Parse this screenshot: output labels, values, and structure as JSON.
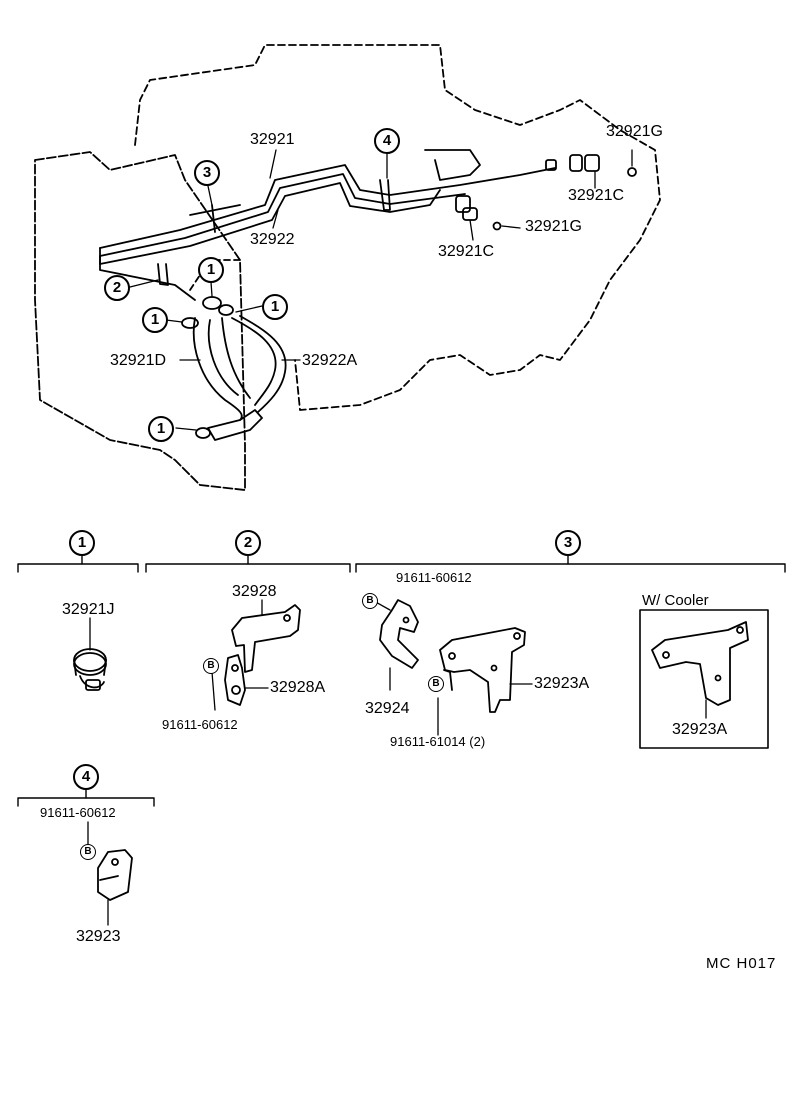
{
  "diagram": {
    "drawing_code": "MC  H017",
    "callouts": [
      "1",
      "2",
      "3",
      "4"
    ],
    "bolt_symbol": "B",
    "main_view": {
      "labels": {
        "p32921": "32921",
        "p32922": "32922",
        "p32921G_top": "32921G",
        "p32921C_right": "32921C",
        "p32921G_mid": "32921G",
        "p32921C_mid": "32921C",
        "p32921D": "32921D",
        "p32922A": "32922A"
      }
    },
    "groups": {
      "g1": {
        "callout": "1",
        "part": "32921J"
      },
      "g2": {
        "callout": "2",
        "parts": {
          "bracket": "32928",
          "clamp": "32928A",
          "bolt": "91611-60612"
        }
      },
      "g3": {
        "callout": "3",
        "parts": {
          "bolt_top": "91611-60612",
          "bracket_small": "32924",
          "bracket_large": "32923A",
          "bolt_bottom": "91611-61014 (2)"
        },
        "cooler_box": {
          "title": "W/ Cooler",
          "part": "32923A"
        }
      },
      "g4": {
        "callout": "4",
        "parts": {
          "bolt": "91611-60612",
          "clamp": "32923"
        }
      }
    }
  }
}
